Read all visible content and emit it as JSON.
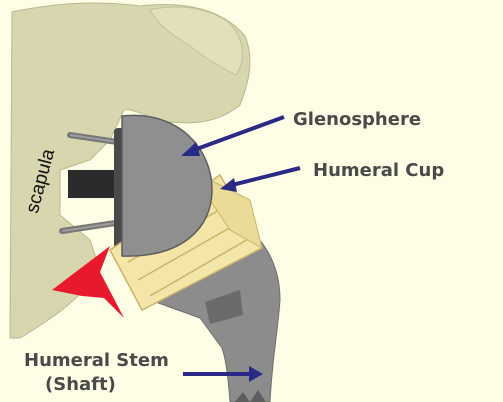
{
  "labels": {
    "glenosphere": "Glenosphere",
    "humeral_cup": "Humeral Cup",
    "scapula": "scapula",
    "humeral_stem_line1": "Humeral Stem",
    "humeral_stem_line2": "(Shaft)"
  },
  "icons": [
    "scapula-bone-icon",
    "glenosphere-icon",
    "humeral-cup-icon",
    "humeral-stem-icon",
    "pointer-arrow-icon"
  ],
  "colors": {
    "background": "#fefde6",
    "bone": "#d8d6ae",
    "metal": "#8f8f8f",
    "cup": "#f4e6a8",
    "arrow": "#2a2a86",
    "highlight_arrow": "#e8192c"
  }
}
